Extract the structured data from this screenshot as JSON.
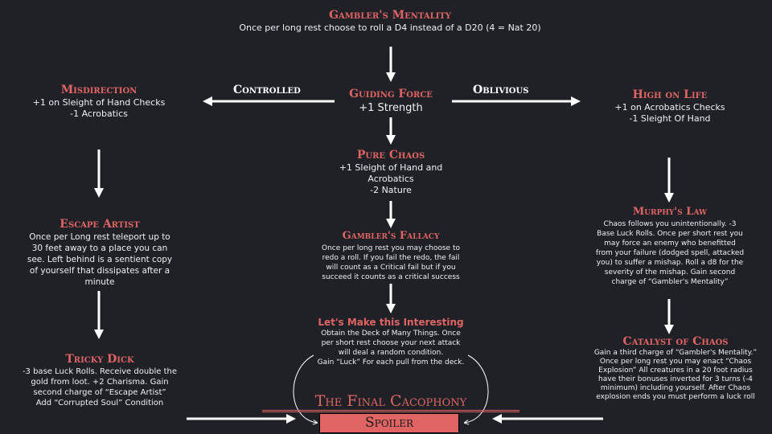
{
  "gamblers_mentality": {
    "title": "Gambler's Mentality",
    "body": "Once per long rest choose to roll a D4 instead of a D20 (4 = Nat 20)"
  },
  "guiding_force": {
    "title": "Guiding Force",
    "body": "+1 Strength"
  },
  "labels": {
    "left": "Controlled",
    "right": "Oblivious"
  },
  "misdirection": {
    "title": "Misdirection",
    "lines": [
      "+1 on Sleight of Hand Checks",
      "-1 Acrobatics"
    ]
  },
  "high_on_life": {
    "title": "High on Life",
    "lines": [
      "+1 on Acrobatics Checks",
      "-1 Sleight Of Hand"
    ]
  },
  "pure_chaos": {
    "title": "Pure Chaos",
    "lines": [
      "+1 Sleight of Hand and",
      "Acrobatics",
      "-2 Nature"
    ]
  },
  "escape_artist": {
    "title": "Escape Artist",
    "body": "Once per Long rest teleport up to 30 feet away to a place you can see. Left behind is a sentient copy of yourself that dissipates after a minute"
  },
  "gamblers_fallacy": {
    "title": "Gambler's Fallacy",
    "body": "Once per long rest you may choose to redo a roll. If you fail the redo, the fail will count as a Critical fail but if you succeed it counts as a critical success"
  },
  "murphys_law": {
    "title": "Murphy's Law",
    "body": "Chaos follows you unintentionally. -3 Base Luck Rolls. Once per short rest you may force an enemy who benefitted from your failure (dodged spell, attacked you) to suffer a mishap. Roll a d8 for the severity of the mishap. Gain second charge of “Gambler's Mentality”"
  },
  "lets_make": {
    "title": "Let's Make this Interesting",
    "body": "Obtain the Deck of Many Things. Once per short rest choose your next attack will deal a random condition.",
    "body2": "Gain “Luck” For each pull from the deck."
  },
  "tricky_dick": {
    "title": "Tricky Dick",
    "body": "-3 base Luck Rolls. Receive double the gold from loot. +2 Charisma. Gain second charge of “Escape Artist”",
    "body2": "Add “Corrupted Soul” Condition"
  },
  "catalyst": {
    "title": "Catalyst of Chaos",
    "body": "Gain a third charge of “Gambler's Mentality.” Once per long rest you may enact “Chaos Explosion” All creatures in a 20 foot radius have their bonuses inverted for 3 turns (-4 minimum) including yourself. After Chaos explosion ends you must perform a luck roll"
  },
  "final": {
    "title": "The Final Cacophony",
    "button": "Spoiler"
  }
}
